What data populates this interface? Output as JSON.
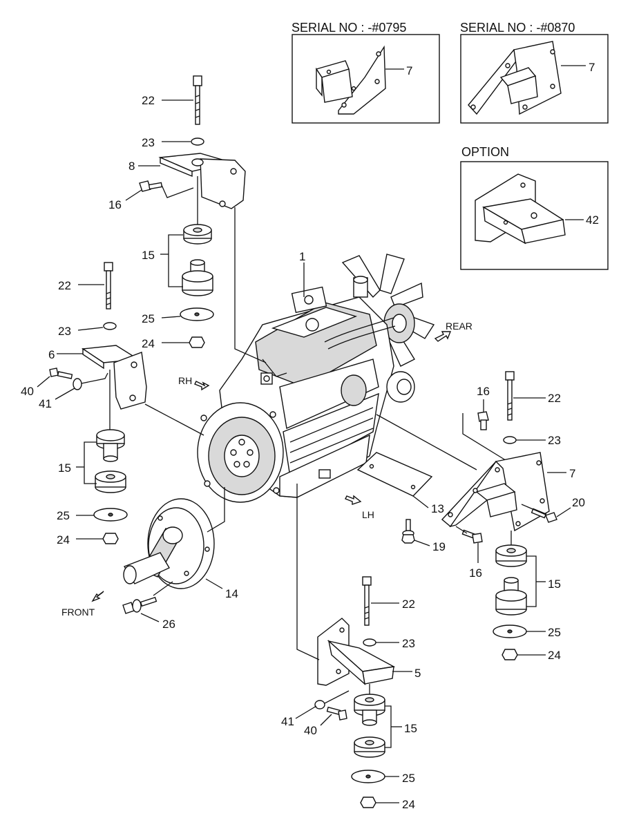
{
  "insets": {
    "serial_a": {
      "header": "SERIAL NO : -#0795",
      "part": "7"
    },
    "serial_b": {
      "header": "SERIAL NO : -#0870",
      "part": "7"
    },
    "option": {
      "header": "OPTION",
      "part": "42"
    }
  },
  "directions": {
    "rear": "REAR",
    "rh": "RH",
    "lh": "LH",
    "front": "FRONT"
  },
  "callouts": {
    "engine": "1",
    "top_bolt": "22",
    "top_washer": "23",
    "top_bracket": "8",
    "top_bolt_side": "16",
    "top_cushion": "15",
    "top_plate": "25",
    "top_nut": "24",
    "left_bolt": "22",
    "left_washer": "23",
    "left_bracket": "6",
    "left_side_bolt": "40",
    "left_side_washer": "41",
    "left_cushion": "15",
    "left_plate": "25",
    "left_nut": "24",
    "coupling": "14",
    "coupling_bolt": "26",
    "oil_pan_plate": "13",
    "oil_pan_bolt": "19",
    "right_bolt_top": "16",
    "right_bolt": "22",
    "right_washer": "23",
    "right_bracket": "7",
    "right_side_bolt": "20",
    "right_bolt_bottom": "16",
    "right_cushion": "15",
    "right_plate": "25",
    "right_nut": "24",
    "bottom_bolt": "22",
    "bottom_washer": "23",
    "bottom_bracket": "5",
    "bottom_side_washer": "41",
    "bottom_side_bolt": "40",
    "bottom_cushion": "15",
    "bottom_plate": "25",
    "bottom_nut": "24"
  }
}
